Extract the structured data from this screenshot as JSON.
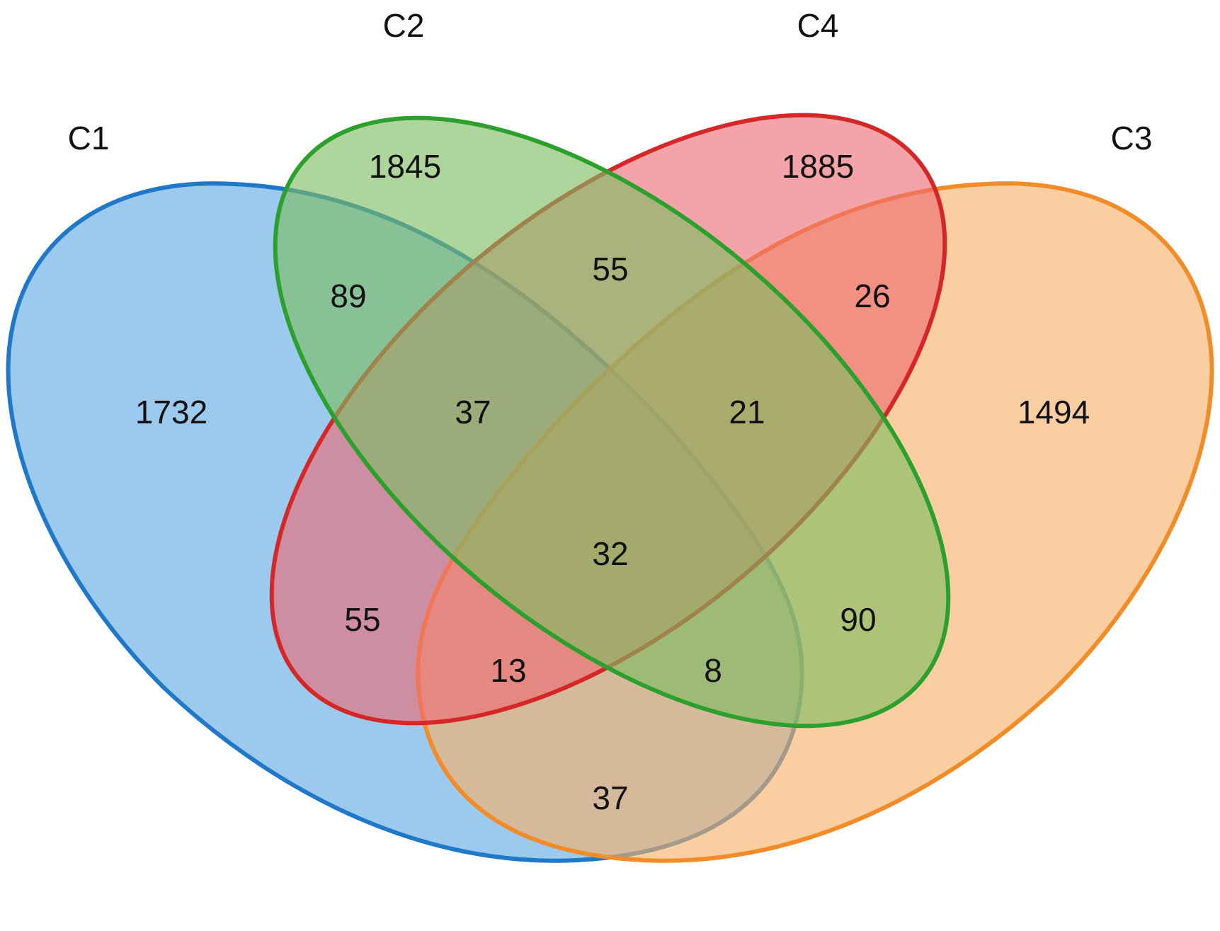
{
  "diagram": {
    "type": "venn",
    "sets": [
      {
        "id": "c1",
        "label": "C1",
        "stroke": "#1f78c8",
        "fill": "#5fa8e3"
      },
      {
        "id": "c2",
        "label": "C2",
        "stroke": "#2ca02c",
        "fill": "#7dbd5f"
      },
      {
        "id": "c4",
        "label": "C4",
        "stroke": "#d62728",
        "fill": "#ee6b72"
      },
      {
        "id": "c3",
        "label": "C3",
        "stroke": "#f28c28",
        "fill": "#f7b066"
      }
    ],
    "regions": [
      {
        "sets": [
          "C1"
        ],
        "value": "1732"
      },
      {
        "sets": [
          "C2"
        ],
        "value": "1845"
      },
      {
        "sets": [
          "C4"
        ],
        "value": "1885"
      },
      {
        "sets": [
          "C3"
        ],
        "value": "1494"
      },
      {
        "sets": [
          "C1",
          "C2"
        ],
        "value": "89"
      },
      {
        "sets": [
          "C2",
          "C4"
        ],
        "value": "55"
      },
      {
        "sets": [
          "C4",
          "C3"
        ],
        "value": "26"
      },
      {
        "sets": [
          "C1",
          "C2",
          "C4"
        ],
        "value": "37"
      },
      {
        "sets": [
          "C2",
          "C4",
          "C3"
        ],
        "value": "21"
      },
      {
        "sets": [
          "C1",
          "C2",
          "C4",
          "C3"
        ],
        "value": "32"
      },
      {
        "sets": [
          "C1",
          "C4"
        ],
        "value": "55"
      },
      {
        "sets": [
          "C2",
          "C3"
        ],
        "value": "90"
      },
      {
        "sets": [
          "C1",
          "C4",
          "C3"
        ],
        "value": "13"
      },
      {
        "sets": [
          "C1",
          "C2",
          "C3"
        ],
        "value": "8"
      },
      {
        "sets": [
          "C1",
          "C3"
        ],
        "value": "37"
      }
    ]
  }
}
